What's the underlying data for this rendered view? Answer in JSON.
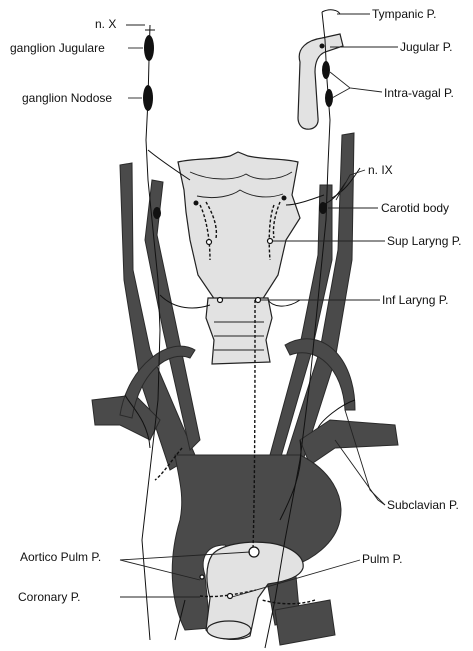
{
  "labels": {
    "n_x": "n. X",
    "ganglion_jugulare": "ganglion Jugulare",
    "ganglion_nodose": "ganglion Nodose",
    "tympanic": "Tympanic P.",
    "jugular": "Jugular P.",
    "intra_vagal": "Intra-vagal P.",
    "n_ix": "n. IX",
    "carotid_body": "Carotid body",
    "sup_laryng": "Sup Laryng P.",
    "inf_laryng": "Inf Laryng P.",
    "subclavian": "Subclavian P.",
    "aortico_pulm": "Aortico Pulm P.",
    "pulm": "Pulm P.",
    "coronary": "Coronary P."
  },
  "colors": {
    "vessel": "#4a4a4a",
    "cartilage": "#e2e2e2",
    "line": "#111111"
  }
}
